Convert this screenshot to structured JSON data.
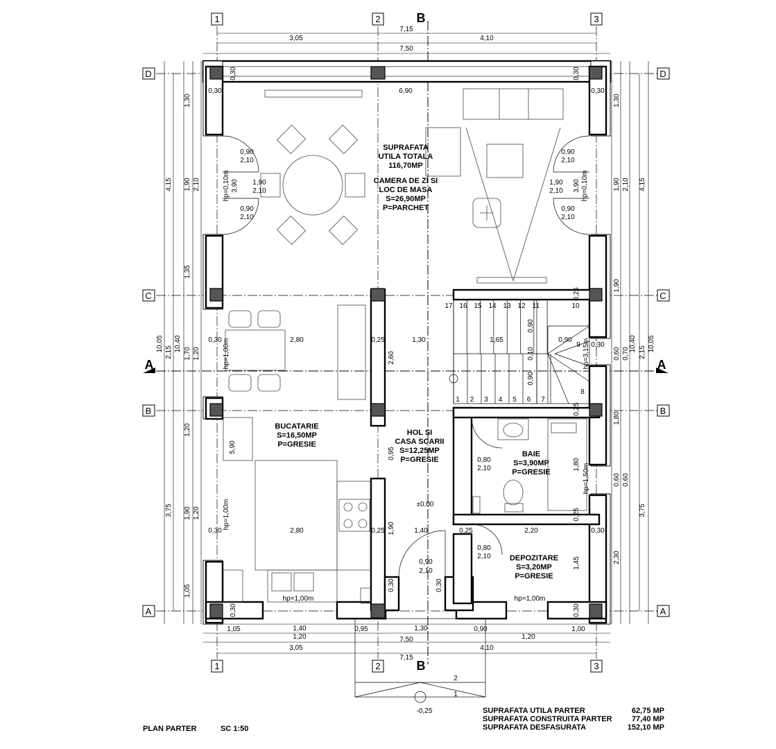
{
  "plan_title": "PLAN PARTER",
  "plan_scale": "SC 1:50",
  "axes": {
    "columns": [
      "1",
      "2",
      "3"
    ],
    "rows": [
      "D",
      "C",
      "B",
      "A"
    ],
    "section": "B",
    "section_cut": "A"
  },
  "dimensions": {
    "top": {
      "d3_05": "3,05",
      "d4_10": "4,10",
      "d7_15": "7,15",
      "d7_50": "7,50"
    },
    "bottom": {
      "d1_05": "1,05",
      "d1_40": "1,40",
      "d1_20a": "1,20",
      "d0_95": "0,95",
      "d1_30": "1,30",
      "d0_90": "0,90",
      "d1_20b": "1,20",
      "d1_00": "1,00",
      "d7_50": "7,50",
      "d3_05": "3,05",
      "d4_10": "4,10",
      "d7_15": "7,15"
    },
    "left": {
      "d1_30": "1,30",
      "d1_90": "1,90",
      "d2_10": "2,10",
      "d1_35": "1,35",
      "d4_15": "4,15",
      "d10_05": "10,05",
      "d2_15": "2,15",
      "d10_40": "10,40",
      "d1_70": "1,70",
      "d1_20": "1,20",
      "d1_20b": "1,20",
      "d1_90b": "1,90",
      "d1_20c": "1,20",
      "d3_75": "3,75",
      "d1_05": "1,05"
    },
    "right": {
      "d1_30": "1,30",
      "d1_90": "1,90",
      "d2_10": "2,10",
      "d4_15": "4,15",
      "d1_90b": "1,90",
      "d0_60": "0,60",
      "d0_70": "0,70",
      "d2_15": "2,15",
      "d10_40": "10,40",
      "d10_05": "10,05",
      "d1_80": "1,80",
      "d0_60b": "0,60",
      "d0_60c": "0,60",
      "d3_75": "3,75",
      "d2_30": "2,30"
    },
    "inner": {
      "w0_30": "0,30",
      "w6_90": "6,90",
      "w2_80a": "2,80",
      "w0_25": "0,25",
      "w1_30": "1,30",
      "w1_65": "1,65",
      "w0_90": "0,90",
      "w2_80b": "2,80",
      "w1_40": "1,40",
      "w2_20": "2,20",
      "v2_60": "2,60",
      "v0_95": "0,95",
      "v1_90": "1,90",
      "v1_45": "1,45",
      "v1_80": "1,80",
      "v5_90": "5,90",
      "v0_10": "0,10",
      "v1_20": "1,20"
    }
  },
  "openings": {
    "w_left_top": "0,90",
    "w_left_top_h": "2,10",
    "w_left_mid": "1,90",
    "w_left_mid_h": "2,10",
    "w_left_bot": "0,90",
    "w_left_bot_h": "2,10",
    "w_right_top": "0,90",
    "w_right_top_h": "2,10",
    "w_right_mid": "1,90",
    "w_right_mid_h": "2,10",
    "w_right_bot": "0,90",
    "w_right_bot_h": "2,10",
    "d_baie": "0,80",
    "d_baie_h": "2,10",
    "d_depo": "0,80",
    "d_depo_h": "2,10",
    "d_entry": "0,90",
    "d_entry_h": "2,10",
    "hp_left_top": "hp=0,10m",
    "hp_right_top": "hp=0,10m",
    "hp_kitchen_a": "hp=1,00m",
    "hp_kitchen_b": "hp=1,00m",
    "hp_bath": "hp=1,50m",
    "hp_stair": "hp=3,15m",
    "hp_sink": "hp=1,00m",
    "hp_depo": "hp=1,00m",
    "v3_90a": "3,90",
    "v3_90b": "3,90"
  },
  "rooms": {
    "total": {
      "l1": "SUPRAFATA",
      "l2": "UTILA TOTALA",
      "l3": "116,70MP"
    },
    "living": {
      "l1": "CAMERA DE ZI SI",
      "l2": "LOC DE MASA",
      "l3": "S=26,90MP",
      "l4": "P=PARCHET"
    },
    "kitchen": {
      "l1": "BUCATARIE",
      "l2": "S=16,50MP",
      "l3": "P=GRESIE"
    },
    "hall": {
      "l1": "HOL SI",
      "l2": "CASA SCARII",
      "l3": "S=12,25MP",
      "l4": "P=GRESIE"
    },
    "bath": {
      "l1": "BAIE",
      "l2": "S=3,90MP",
      "l3": "P=GRESIE"
    },
    "storage": {
      "l1": "DEPOZITARE",
      "l2": "S=3,20MP",
      "l3": "P=GRESIE"
    }
  },
  "levels": {
    "floor": "±0,00",
    "outside": "-0,25"
  },
  "stairs": {
    "upper": [
      "17",
      "16",
      "15",
      "14",
      "13",
      "12",
      "11",
      "10"
    ],
    "lower": [
      "1",
      "2",
      "3",
      "4",
      "5",
      "6",
      "7"
    ],
    "landing": "8",
    "landing_b": "9",
    "v0_90a": "0,90",
    "v0_90b": "0,90",
    "v0_10": "0,10"
  },
  "entry_steps": [
    "2",
    "1"
  ],
  "summary": {
    "rows": [
      {
        "label": "SUPRAFATA UTILA  PARTER",
        "value": "62,75 MP"
      },
      {
        "label": "SUPRAFATA CONSTRUITA  PARTER",
        "value": "77,40 MP"
      },
      {
        "label": "SUPRAFATA DESFASURATA",
        "value": "152,10 MP"
      }
    ]
  }
}
